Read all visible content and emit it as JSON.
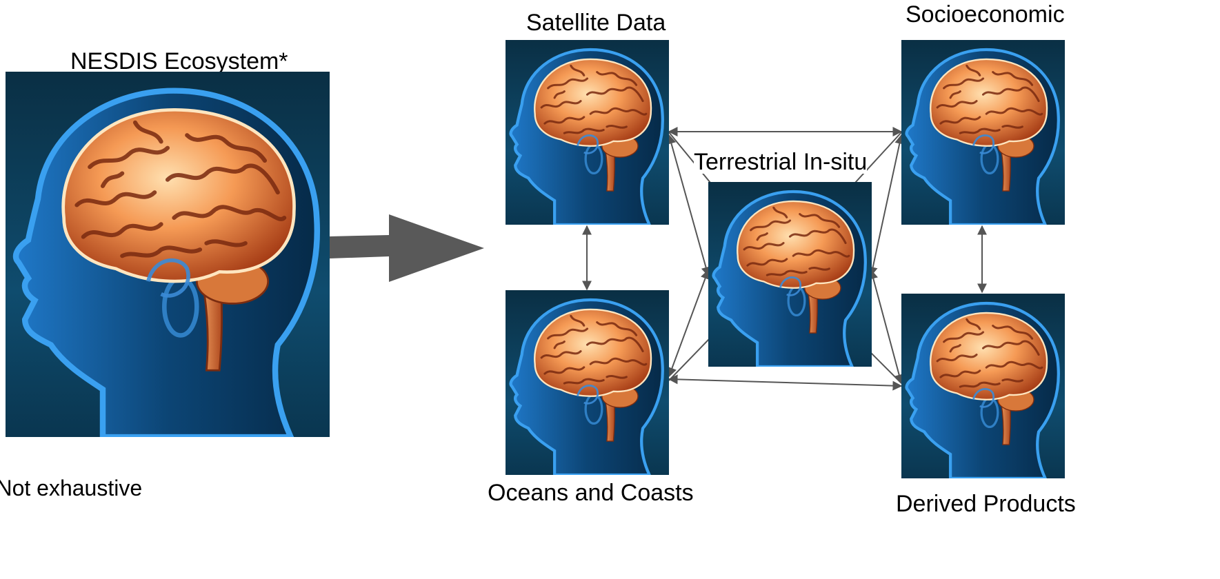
{
  "main": {
    "title": "NESDIS Ecosystem*",
    "image_icon": "brain-head-image",
    "footnote": "*Not exhaustive"
  },
  "arrow_icon": "right-arrow-icon",
  "nodes": {
    "satellite": {
      "label": "Satellite Data",
      "image_icon": "brain-head-image"
    },
    "oceans": {
      "label": "Oceans and Coasts",
      "image_icon": "brain-head-image"
    },
    "terrestrial": {
      "label": "Terrestrial In-situ",
      "image_icon": "brain-head-image"
    },
    "socioeconomic": {
      "label": "Socioeconomic",
      "image_icon": "brain-head-image"
    },
    "derived": {
      "label": "Derived Products",
      "image_icon": "brain-head-image"
    }
  },
  "colors": {
    "background_dark": "#05202e",
    "background_mid": "#0f4c6e",
    "head_glow": "#2a8ad8",
    "head_fill": "#0a3f6a",
    "brain_light": "#ffd2a0",
    "brain_mid": "#f07a38",
    "brain_dark": "#8a2a10",
    "connector": "#555555",
    "big_arrow": "#595959"
  }
}
